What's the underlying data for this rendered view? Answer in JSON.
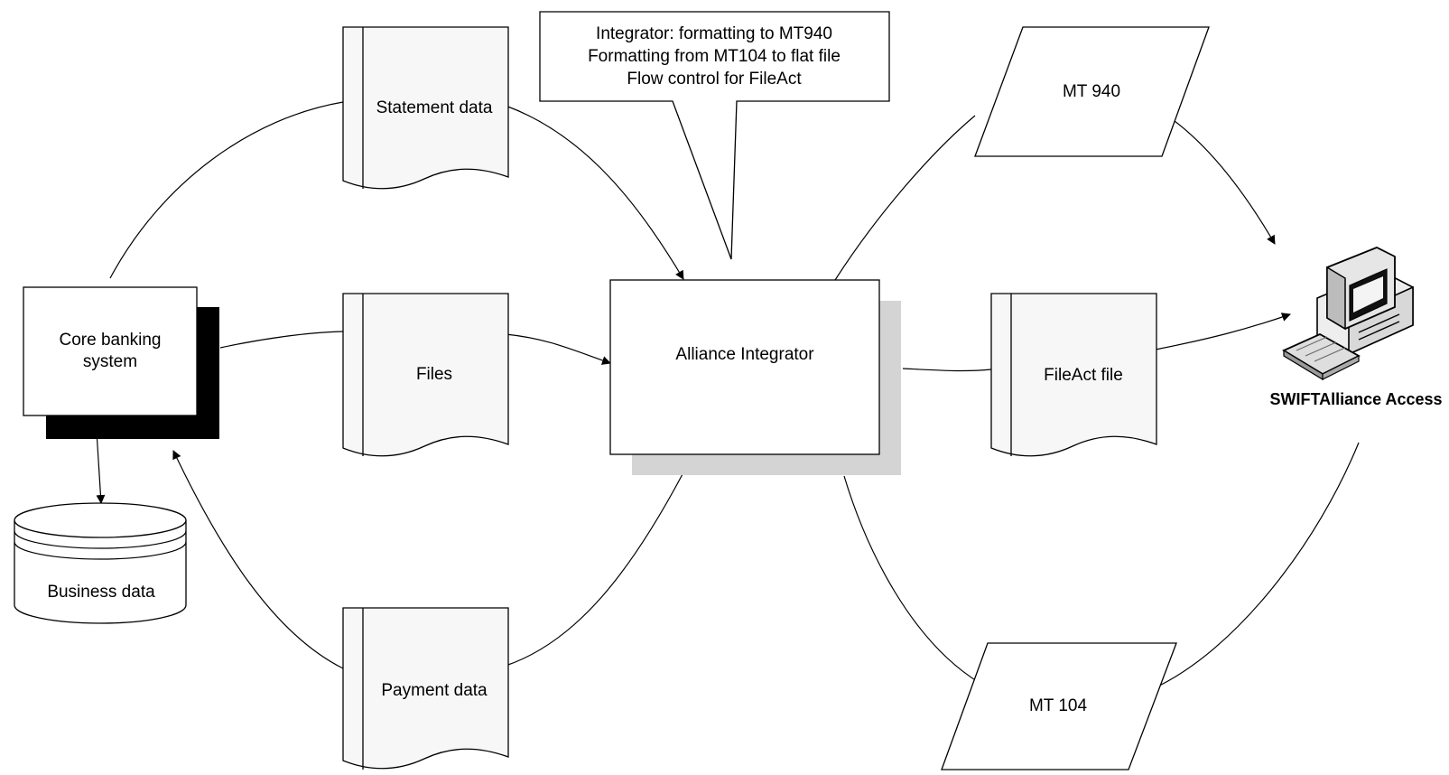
{
  "nodes": {
    "core_banking": {
      "line1": "Core banking",
      "line2": "system"
    },
    "business_data": "Business  data",
    "statement_data": "Statement data",
    "files": "Files",
    "payment_data": "Payment data",
    "alliance_integrator": "Alliance Integrator",
    "fileact_file": "FileAct file",
    "mt940": "MT 940",
    "mt104": "MT 104",
    "swift_access": "SWIFTAlliance Access"
  },
  "callout": {
    "line1": "Integrator: formatting to MT940",
    "line2": "Formatting from MT104 to flat file",
    "line3": "Flow control for FileAct"
  },
  "colors": {
    "line": "#000000",
    "document_fill": "#f7f7f7",
    "shadow_light": "#d4d4d4",
    "shadow_dark": "#000000"
  }
}
